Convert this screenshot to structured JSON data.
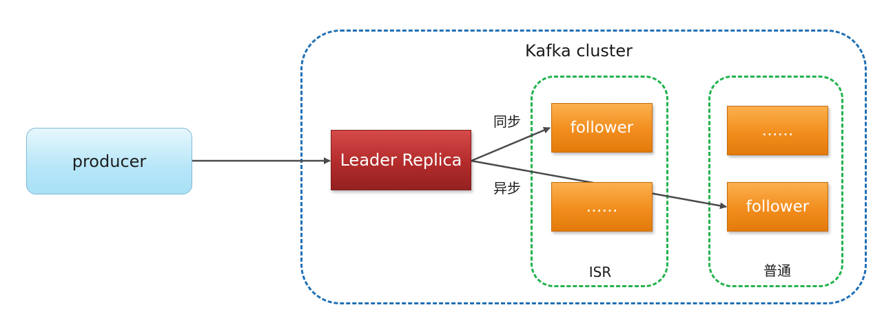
{
  "cluster": {
    "title": "Kafka cluster"
  },
  "producer": {
    "label": "producer"
  },
  "leader": {
    "label": "Leader Replica"
  },
  "isr_group": {
    "label": "ISR",
    "nodes": [
      "follower",
      "……"
    ]
  },
  "normal_group": {
    "label": "普通",
    "nodes": [
      "……",
      "follower"
    ]
  },
  "edges": {
    "sync_label": "同步",
    "async_label": "异步"
  },
  "colors": {
    "cluster_border": "#1f6fb5",
    "group_border": "#22b24c",
    "leader_fill": "#b32b2b",
    "follower_fill": "#f28d1d",
    "producer_fill": "#b6e6f8",
    "arrow": "#4a4a4a"
  }
}
